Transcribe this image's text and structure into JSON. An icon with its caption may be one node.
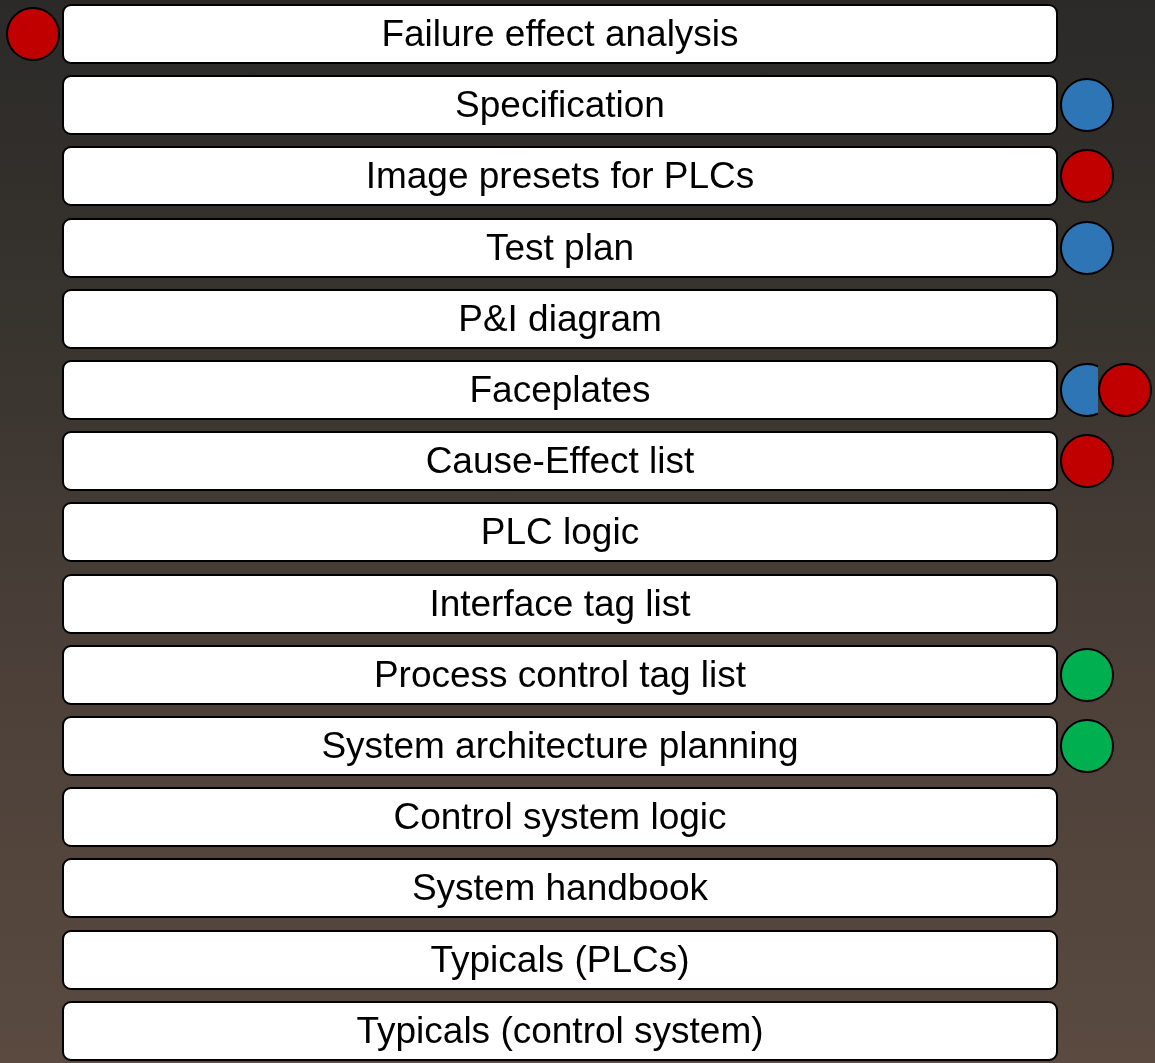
{
  "diagram": {
    "nodes": [
      {
        "text": [],
        "shape": "circle"
      },
      {
        "text": [
          "Failure effect analysis"
        ]
      },
      {
        "text": [
          "Specification"
        ]
      },
      {
        "text": [],
        "shape": "circle"
      },
      {
        "text": [
          "Image presets for PLCs"
        ]
      },
      {
        "text": [],
        "shape": "circle"
      },
      {
        "text": [
          "Test plan"
        ]
      },
      {
        "text": [],
        "shape": "circle"
      },
      {
        "text": [
          "P&I diagram"
        ]
      },
      {
        "text": [
          "Faceplates"
        ]
      },
      {
        "text": [],
        "shape": "circle"
      },
      {
        "text": [],
        "shape": "circle"
      },
      {
        "text": [
          "Cause-Effect list"
        ]
      },
      {
        "text": [],
        "shape": "circle"
      },
      {
        "text": [
          "PLC logic"
        ]
      },
      {
        "text": [
          "Interface tag list"
        ]
      },
      {
        "text": [
          "Process control tag list"
        ]
      },
      {
        "text": [],
        "shape": "circle"
      },
      {
        "text": [
          "System architecture planning"
        ]
      },
      {
        "text": [],
        "shape": "circle"
      },
      {
        "text": [
          "Control system logic"
        ]
      },
      {
        "text": [
          "System handbook"
        ]
      },
      {
        "text": [
          "Typicals (PLCs)"
        ]
      },
      {
        "text": [
          "Typicals (control system)"
        ]
      }
    ]
  }
}
